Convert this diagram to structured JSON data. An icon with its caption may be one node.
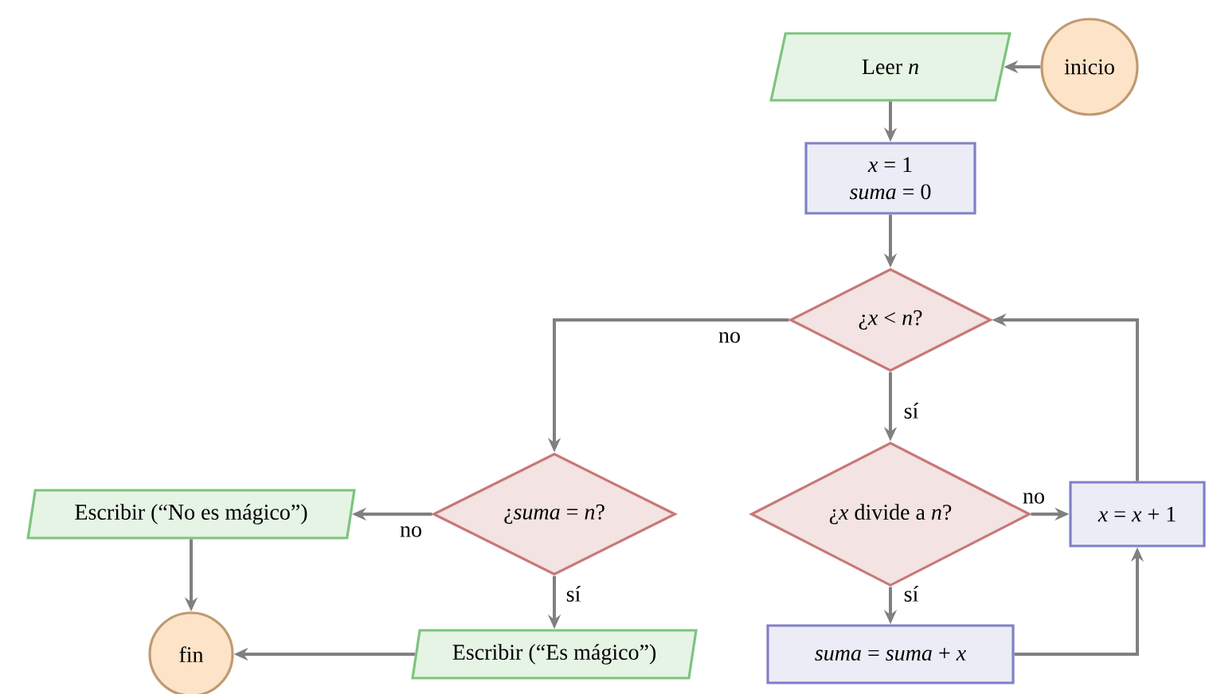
{
  "diagram": {
    "nodes": [
      {
        "text": [
          "inicio"
        ]
      },
      {
        "text": [
          "Leer *n*"
        ]
      },
      {
        "text": [
          "*x* = 1",
          "*suma* = 0"
        ]
      },
      {
        "text": [
          "¿*x* < *n*?"
        ]
      },
      {
        "text": [
          "¿*x* divide a *n*?"
        ]
      },
      {
        "text": [
          "*x* = *x* + 1"
        ]
      },
      {
        "text": [
          "*suma* = *suma* + *x*"
        ]
      },
      {
        "text": [
          "¿*suma* = *n*?"
        ]
      },
      {
        "text": [
          "Escribir (“No es mágico”)"
        ]
      },
      {
        "text": [
          "Escribir (“Es mágico”)"
        ]
      },
      {
        "text": [
          "fin"
        ]
      }
    ],
    "edges": [
      {
        "from": 0,
        "to": 1,
        "arrow": "to"
      },
      {
        "from": 1,
        "to": 2,
        "arrow": "to"
      },
      {
        "from": 2,
        "to": 3,
        "arrow": "to"
      },
      {
        "from": 3,
        "to": 4,
        "arrow": "to",
        "label": "sí"
      },
      {
        "from": 3,
        "to": 7,
        "arrow": "to",
        "label": "no"
      },
      {
        "from": 4,
        "to": 5,
        "arrow": "to",
        "label": "no"
      },
      {
        "from": 4,
        "to": 6,
        "arrow": "to",
        "label": "sí"
      },
      {
        "from": 6,
        "to": 5,
        "arrow": "to"
      },
      {
        "from": 5,
        "to": 3,
        "arrow": "to"
      },
      {
        "from": 7,
        "to": 8,
        "arrow": "to",
        "label": "no"
      },
      {
        "from": 7,
        "to": 9,
        "arrow": "to",
        "label": "sí"
      },
      {
        "from": 8,
        "to": 10,
        "arrow": "to"
      },
      {
        "from": 9,
        "to": 10,
        "arrow": "to"
      }
    ]
  }
}
